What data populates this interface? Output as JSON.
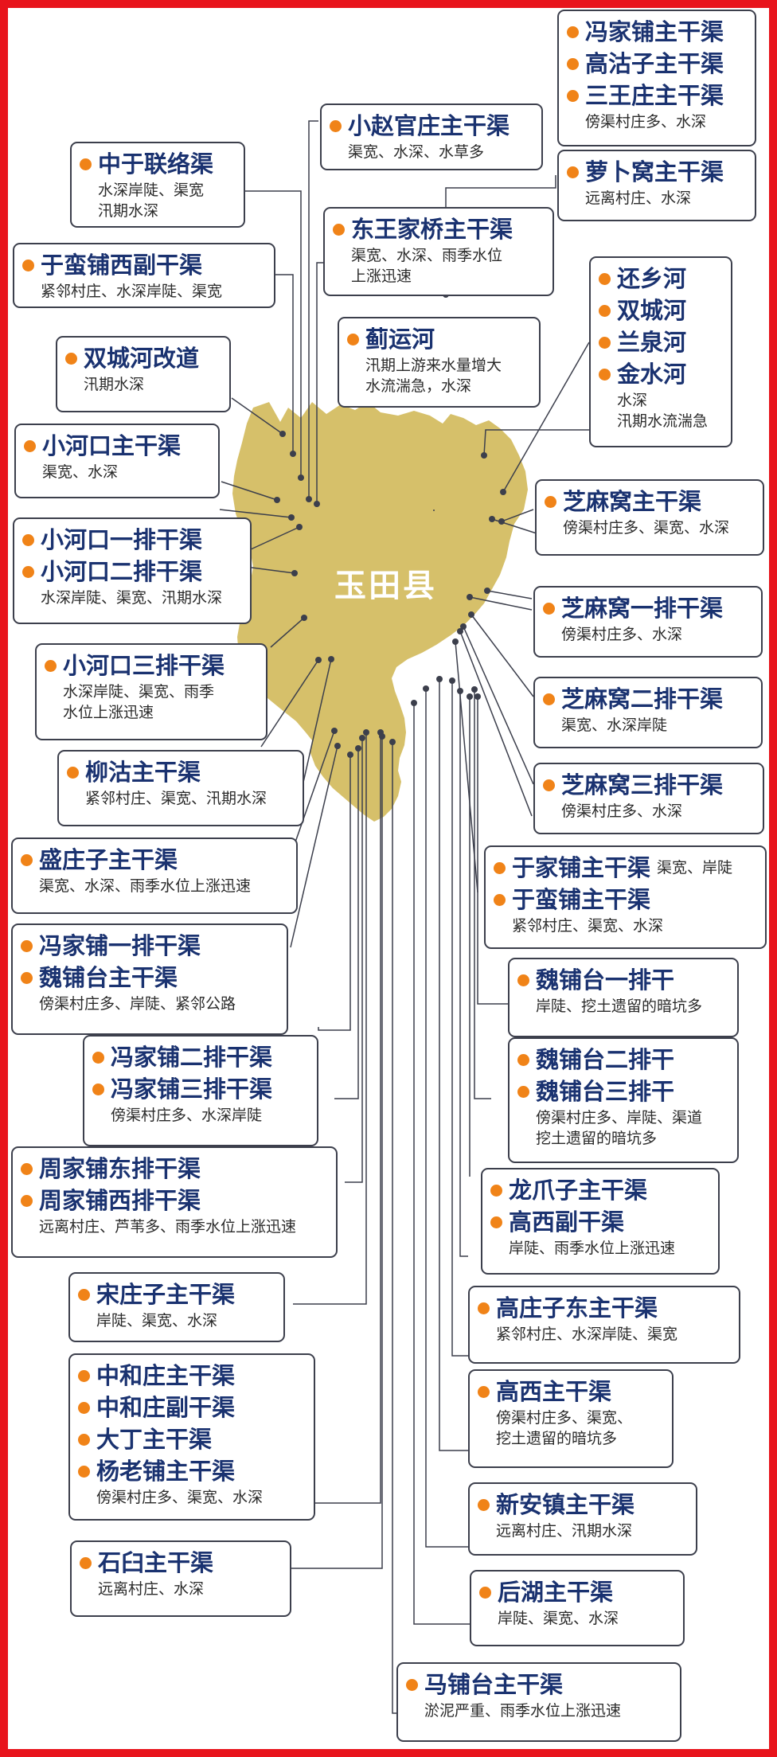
{
  "colors": {
    "frame": "#e8141c",
    "county_fill": "#d6c06a",
    "title_text": "#1a3270",
    "bullet": "#f08318",
    "border": "#3c3f4c"
  },
  "map": {
    "county_label": "玉田县"
  },
  "callouts": [
    {
      "id": "c01",
      "channels": [
        "冯家铺主干渠",
        "高沽子主干渠",
        "三王庄主干渠"
      ],
      "desc": [
        "傍渠村庄多、水深"
      ]
    },
    {
      "id": "c02",
      "channels": [
        "萝卜窝主干渠"
      ],
      "desc": [
        "远离村庄、水深"
      ]
    },
    {
      "id": "c03",
      "channels": [
        "小赵官庄主干渠"
      ],
      "desc": [
        "渠宽、水深、水草多"
      ]
    },
    {
      "id": "c04",
      "channels": [
        "中于联络渠"
      ],
      "desc": [
        "水深岸陡、渠宽",
        "汛期水深"
      ]
    },
    {
      "id": "c05",
      "channels": [
        "东王家桥主干渠"
      ],
      "desc": [
        "渠宽、水深、雨季水位",
        "上涨迅速"
      ]
    },
    {
      "id": "c06",
      "channels": [
        "于蛮铺西副干渠"
      ],
      "desc": [
        "紧邻村庄、水深岸陡、渠宽"
      ]
    },
    {
      "id": "c07",
      "channels": [
        "还乡河",
        "双城河",
        "兰泉河",
        "金水河"
      ],
      "desc": [
        "水深",
        "汛期水流湍急"
      ]
    },
    {
      "id": "c08",
      "channels": [
        "蓟运河"
      ],
      "desc": [
        "汛期上游来水量增大",
        "水流湍急，水深"
      ]
    },
    {
      "id": "c09",
      "channels": [
        "双城河改道"
      ],
      "desc": [
        "汛期水深"
      ]
    },
    {
      "id": "c10",
      "channels": [
        "小河口主干渠"
      ],
      "desc": [
        "渠宽、水深"
      ]
    },
    {
      "id": "c11",
      "channels": [
        "芝麻窝主干渠"
      ],
      "desc": [
        "傍渠村庄多、渠宽、水深"
      ]
    },
    {
      "id": "c12",
      "channels": [
        "小河口一排干渠",
        "小河口二排干渠"
      ],
      "desc": [
        "水深岸陡、渠宽、汛期水深"
      ]
    },
    {
      "id": "c13",
      "channels": [
        "芝麻窝一排干渠"
      ],
      "desc": [
        "傍渠村庄多、水深"
      ]
    },
    {
      "id": "c14",
      "channels": [
        "小河口三排干渠"
      ],
      "desc": [
        "水深岸陡、渠宽、雨季",
        "水位上涨迅速"
      ]
    },
    {
      "id": "c15",
      "channels": [
        "芝麻窝二排干渠"
      ],
      "desc": [
        "渠宽、水深岸陡"
      ]
    },
    {
      "id": "c16",
      "channels": [
        "柳沽主干渠"
      ],
      "desc": [
        "紧邻村庄、渠宽、汛期水深"
      ]
    },
    {
      "id": "c17",
      "channels": [
        "芝麻窝三排干渠"
      ],
      "desc": [
        "傍渠村庄多、水深"
      ]
    },
    {
      "id": "c18",
      "channels": [
        "盛庄子主干渠"
      ],
      "desc": [
        "渠宽、水深、雨季水位上涨迅速"
      ]
    },
    {
      "id": "c19",
      "channels": [
        "于家铺主干渠",
        "于蛮铺主干渠"
      ],
      "inline_desc": "渠宽、岸陡",
      "desc": [
        "紧邻村庄、渠宽、水深"
      ]
    },
    {
      "id": "c20",
      "channels": [
        "冯家铺一排干渠",
        "魏铺台主干渠"
      ],
      "desc": [
        "傍渠村庄多、岸陡、紧邻公路"
      ]
    },
    {
      "id": "c21",
      "channels": [
        "魏铺台一排干"
      ],
      "desc": [
        "岸陡、挖土遗留的暗坑多"
      ]
    },
    {
      "id": "c22",
      "channels": [
        "魏铺台二排干",
        "魏铺台三排干"
      ],
      "desc": [
        "傍渠村庄多、岸陡、渠道",
        "挖土遗留的暗坑多"
      ]
    },
    {
      "id": "c23",
      "channels": [
        "冯家铺二排干渠",
        "冯家铺三排干渠"
      ],
      "desc": [
        "傍渠村庄多、水深岸陡"
      ]
    },
    {
      "id": "c24",
      "channels": [
        "周家铺东排干渠",
        "周家铺西排干渠"
      ],
      "desc": [
        "远离村庄、芦苇多、雨季水位上涨迅速"
      ]
    },
    {
      "id": "c25",
      "channels": [
        "龙爪子主干渠",
        "高西副干渠"
      ],
      "desc": [
        "岸陡、雨季水位上涨迅速"
      ]
    },
    {
      "id": "c26",
      "channels": [
        "宋庄子主干渠"
      ],
      "desc": [
        "岸陡、渠宽、水深"
      ]
    },
    {
      "id": "c27",
      "channels": [
        "高庄子东主干渠"
      ],
      "desc": [
        "紧邻村庄、水深岸陡、渠宽"
      ]
    },
    {
      "id": "c28",
      "channels": [
        "中和庄主干渠",
        "中和庄副干渠",
        "大丁主干渠",
        "杨老铺主干渠"
      ],
      "desc": [
        "傍渠村庄多、渠宽、水深"
      ]
    },
    {
      "id": "c29",
      "channels": [
        "高西主干渠"
      ],
      "desc": [
        "傍渠村庄多、渠宽、",
        "挖土遗留的暗坑多"
      ]
    },
    {
      "id": "c30",
      "channels": [
        "新安镇主干渠"
      ],
      "desc": [
        "远离村庄、汛期水深"
      ]
    },
    {
      "id": "c31",
      "channels": [
        "石臼主干渠"
      ],
      "desc": [
        "远离村庄、水深"
      ]
    },
    {
      "id": "c32",
      "channels": [
        "后湖主干渠"
      ],
      "desc": [
        "岸陡、渠宽、水深"
      ]
    },
    {
      "id": "c33",
      "channels": [
        "马铺台主干渠"
      ],
      "desc": [
        "淤泥严重、雨季水位上涨迅速"
      ]
    }
  ]
}
